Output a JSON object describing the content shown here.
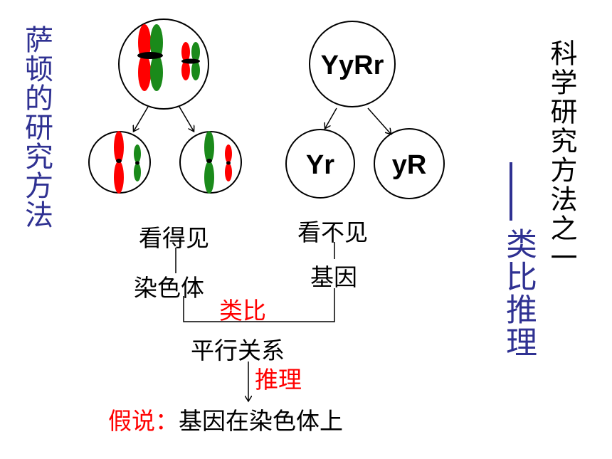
{
  "left_vertical_title": "萨顿的研究方法",
  "right_vertical_title": "科学研究方法之一",
  "right_method": "类比推理",
  "gene_circles": {
    "parent": "YyRr",
    "child_left": "Yr",
    "child_right": "yR"
  },
  "labels": {
    "visible": "看得见",
    "invisible": "看不见",
    "chromosome": "染色体",
    "gene": "基因",
    "analogy": "类比",
    "parallel": "平行关系",
    "inference": "推理",
    "hypothesis_prefix": "假说：",
    "hypothesis_body": "基因在染色体上"
  },
  "colors": {
    "title_blue": "#2f3192",
    "accent_red": "#ff0000",
    "chromosome_red": "#ff0000",
    "chromosome_green": "#1a8a1a"
  }
}
